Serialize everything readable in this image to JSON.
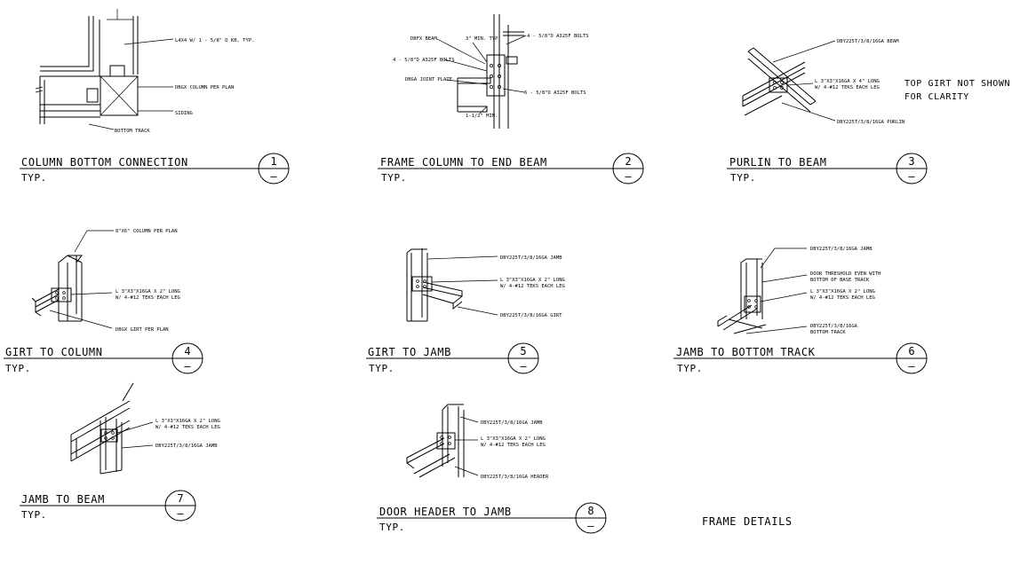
{
  "sheet_title": "FRAME DETAILS",
  "details": [
    {
      "num": "1",
      "title": "COLUMN BOTTOM CONNECTION",
      "typ": "TYP.",
      "sub": "—",
      "notes": [
        "L4X4 W/ 1 - 5/8\" D KB, TYP.",
        "DBGX COLUMN PER PLAN",
        "SIDING",
        "BOTTOM TRACK"
      ]
    },
    {
      "num": "2",
      "title": "FRAME COLUMN TO END BEAM",
      "typ": "TYP.",
      "sub": "—",
      "notes": [
        "DBFX BEAM",
        "3\" MIN. TYP.",
        "4 - 5/8\"D A325F BOLTS",
        "4 - 5/8\"D A325F BOLTS",
        "DBGA JOINT PLATE",
        "6 - 5/8\"D A325F BOLTS",
        "1-1/2\" MIN."
      ]
    },
    {
      "num": "3",
      "title": "PURLIN TO BEAM",
      "typ": "TYP.",
      "sub": "—",
      "notes": [
        "DBY225T/3/8/16GA BEAM",
        "L 3\"X3\"X16GA X 4\" LONG",
        "W/ 4-#12 TEKS EACH LEG",
        "DBY225T/3/8/16GA PURLIN"
      ],
      "side_note": [
        "TOP GIRT NOT SHOWN",
        "FOR CLARITY"
      ]
    },
    {
      "num": "4",
      "title": "GIRT TO COLUMN",
      "typ": "TYP.",
      "sub": "—",
      "notes": [
        "8\"X6\" COLUMN PER PLAN",
        "L 3\"X3\"X16GA X 2\" LONG",
        "W/ 4-#12 TEKS EACH LEG",
        "DBGX GIRT PER PLAN"
      ]
    },
    {
      "num": "5",
      "title": "GIRT TO JAMB",
      "typ": "TYP.",
      "sub": "—",
      "notes": [
        "DBY225T/3/8/16GA JAMB",
        "L 3\"X3\"X16GA X 2\" LONG",
        "W/ 4-#12 TEKS EACH LEG",
        "DBY225T/3/8/16GA GIRT"
      ]
    },
    {
      "num": "6",
      "title": "JAMB TO BOTTOM TRACK",
      "typ": "TYP.",
      "sub": "—",
      "notes": [
        "DBY225T/3/8/16GA JAMB",
        "DOOR THRESHOLD EVEN WITH",
        "BOTTOM OF BASE TRACK",
        "L 3\"X3\"X16GA X 2\" LONG",
        "W/ 4-#12 TEKS EACH LEG",
        "DBY225T/3/8/16GA",
        "BOTTOM TRACK"
      ]
    },
    {
      "num": "7",
      "title": "JAMB TO BEAM",
      "typ": "TYP.",
      "sub": "—",
      "notes": [
        "L 3\"X3\"X16GA X 2\" LONG",
        "W/ 4-#12 TEKS EACH LEG",
        "DBY225T/3/8/16GA JAMB"
      ]
    },
    {
      "num": "8",
      "title": "DOOR HEADER TO JAMB",
      "typ": "TYP.",
      "sub": "—",
      "notes": [
        "DBY225T/3/8/16GA JAMB",
        "L 3\"X3\"X16GA X 2\" LONG",
        "W/ 4-#12 TEKS EACH LEG",
        "DBY225T/3/8/16GA HEADER"
      ]
    }
  ]
}
